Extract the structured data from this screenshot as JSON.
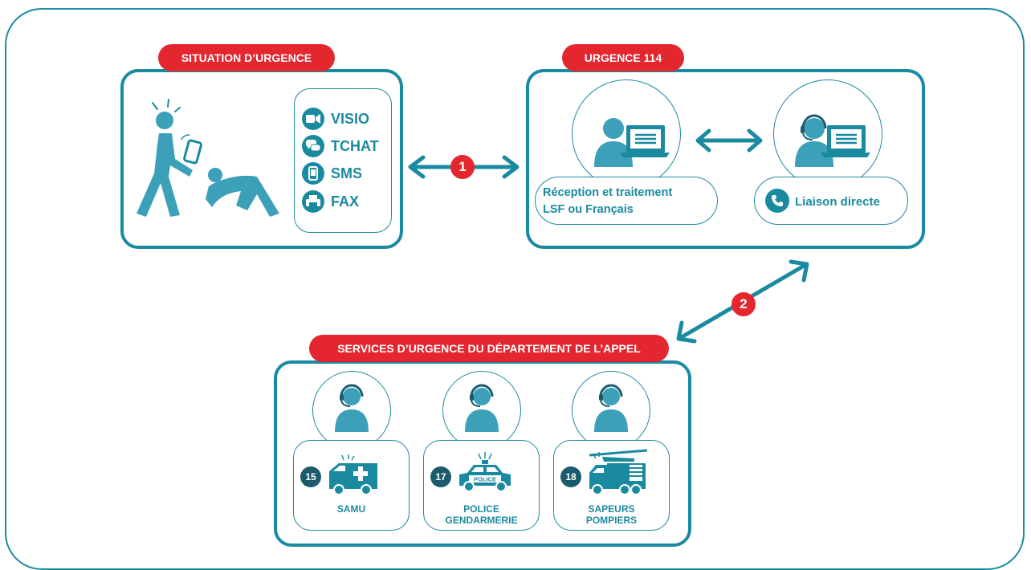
{
  "colors": {
    "teal": "#1a8aa0",
    "red": "#e4262f",
    "figure": "#3ca0b8",
    "dark_num": "#1a5c6d"
  },
  "situation": {
    "title": "SITUATION D’URGENCE",
    "channels": [
      {
        "label": "VISIO",
        "icon": "video-camera-icon"
      },
      {
        "label": "TCHAT",
        "icon": "chat-bubbles-icon"
      },
      {
        "label": "SMS",
        "icon": "mobile-phone-icon"
      },
      {
        "label": "FAX",
        "icon": "fax-icon"
      }
    ]
  },
  "urgence114": {
    "title_prefix": "URGENCE ",
    "title_number": "114",
    "reception_line1": "Réception et traitement",
    "reception_line2": "LSF ou Français",
    "liaison": "Liaison directe"
  },
  "steps": {
    "one": "1",
    "two": "2"
  },
  "services": {
    "title": "SERVICES D’URGENCE DU DÉPARTEMENT DE L’APPEL",
    "items": [
      {
        "number": "15",
        "line1": "SAMU",
        "line2": ""
      },
      {
        "number": "17",
        "line1": "POLICE",
        "line2": "GENDARMERIE",
        "vehicle_text": "POLICE"
      },
      {
        "number": "18",
        "line1": "SAPEURS",
        "line2": "POMPIERS"
      }
    ]
  }
}
